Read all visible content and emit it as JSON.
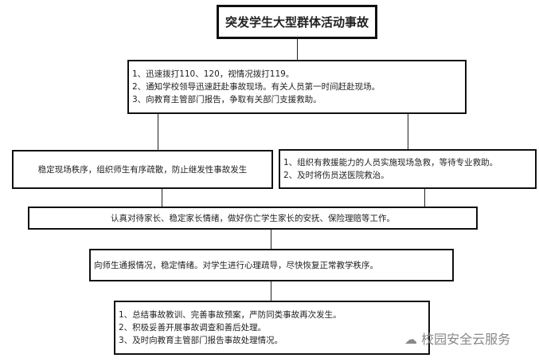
{
  "title": "突发学生大型群体活动事故",
  "step1": [
    "1、迅速拨打110、120，视情况拨打119。",
    "2、通知学校领导迅速赶赴事故现场。有关人员第一时间赶赴现场。",
    "3、向教育主管部门报告，争取有关部门支援救助。"
  ],
  "left_branch": "稳定现场秩序，组织师生有序疏散，防止继发性事故发生",
  "right_branch": [
    "1、组织有救援能力的人员实施现场急救，等待专业救助。",
    "2、及时将伤员送医院救治。"
  ],
  "step3": "认真对待家长、稳定家长情绪，做好伤亡学生家长的安抚、保险理赔等工作。",
  "step4": "向师生通报情况，稳定情绪。对学生进行心理疏导，尽快恢复正常教学秩序。",
  "step5": [
    "1、总结事故教训、完善事故预案，严防同类事故再次发生。",
    "2、积极妥善开展事故调查和善后处理。",
    "3、及时向教育主管部门报告事故处理情况。"
  ],
  "watermark": "校园安全云服务"
}
